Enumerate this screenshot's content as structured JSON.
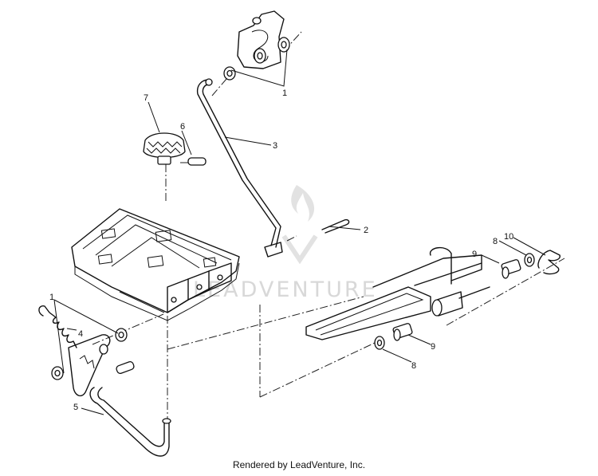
{
  "diagram": {
    "callouts": [
      {
        "id": "c1a",
        "label": "1"
      },
      {
        "id": "c1b",
        "label": "1"
      },
      {
        "id": "c2",
        "label": "2"
      },
      {
        "id": "c3",
        "label": "3"
      },
      {
        "id": "c4",
        "label": "4"
      },
      {
        "id": "c5",
        "label": "5"
      },
      {
        "id": "c6",
        "label": "6"
      },
      {
        "id": "c7",
        "label": "7"
      },
      {
        "id": "c8a",
        "label": "8"
      },
      {
        "id": "c8b",
        "label": "8"
      },
      {
        "id": "c9a",
        "label": "9"
      },
      {
        "id": "c9b",
        "label": "9"
      },
      {
        "id": "c10",
        "label": "10"
      }
    ]
  },
  "watermark": {
    "text": "LEADVENTURE"
  },
  "footer": {
    "credit": "Rendered by LeadVenture, Inc."
  }
}
